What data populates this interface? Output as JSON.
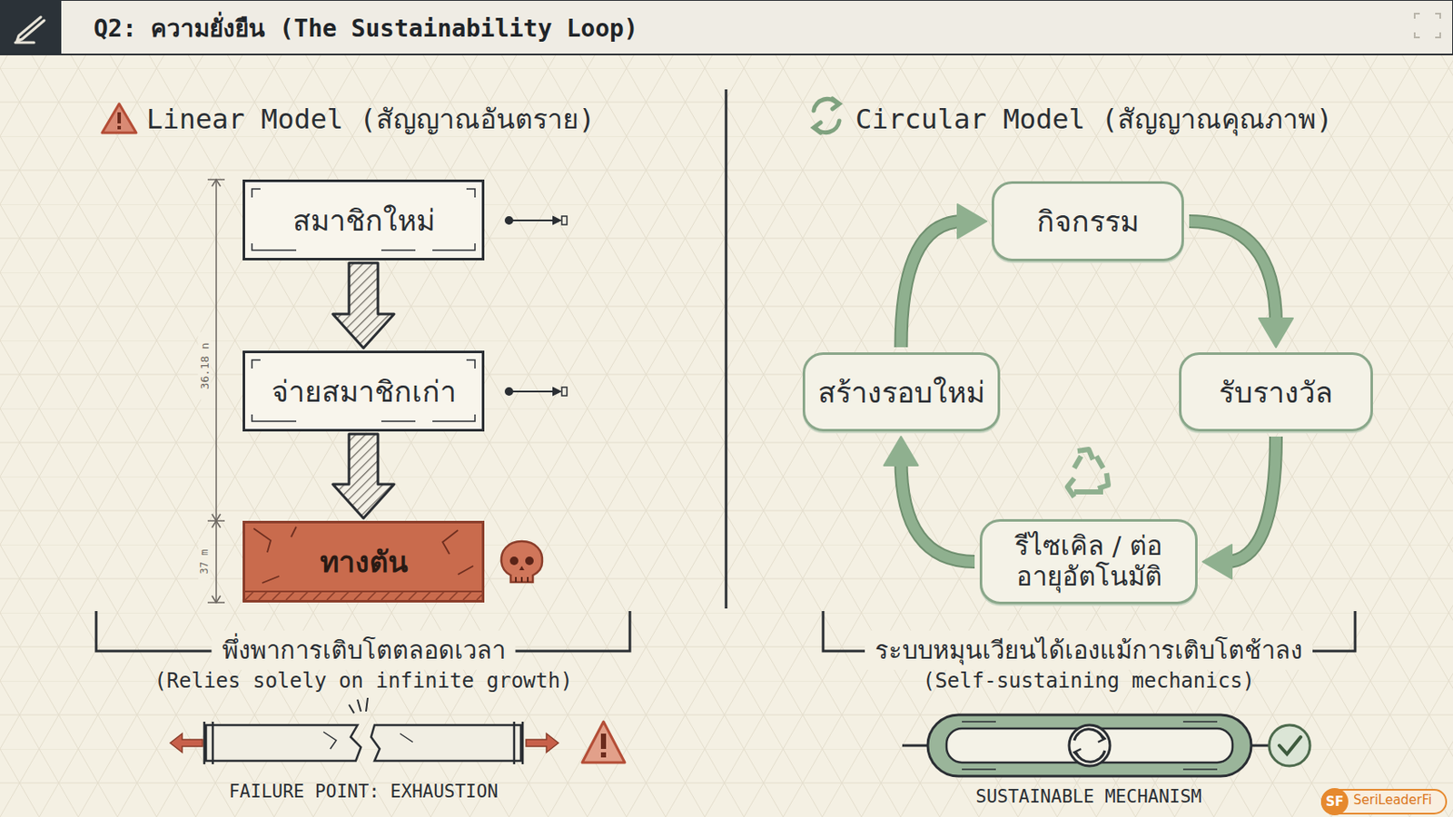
{
  "diagram": {
    "title": "Q2: ความยั่งยืน (The Sustainability Loop)",
    "nodes": [
      {
        "text": [
          "สมาชิกใหม่"
        ]
      },
      {
        "text": [
          "จ่ายสมาชิกเก่า"
        ]
      },
      {
        "text": [
          "ทางตัน"
        ]
      },
      {
        "text": [
          "กิจกรรม"
        ]
      },
      {
        "text": [
          "รับรางวัล"
        ]
      },
      {
        "text": [
          "รีไซเคิล / ต่ออายุอัตโนมัติ"
        ]
      },
      {
        "text": [
          "สร้างรอบใหม่"
        ]
      }
    ],
    "edges": [
      {
        "from": 0,
        "to": 1,
        "arrow": "to"
      },
      {
        "from": 1,
        "to": 2,
        "arrow": "to"
      },
      {
        "from": 3,
        "to": 4,
        "arrow": "to"
      },
      {
        "from": 4,
        "to": 5,
        "arrow": "to"
      },
      {
        "from": 5,
        "to": 6,
        "arrow": "to"
      },
      {
        "from": 6,
        "to": 3,
        "arrow": "to"
      }
    ],
    "labels": [
      "Linear Model (สัญญาณอันตราย)",
      "Circular Model (สัญญาณคุณภาพ)",
      "36.18 n",
      "37 m",
      "พึ่งพาการเติบโตตลอดเวลา",
      "(Relies solely on infinite growth)",
      "FAILURE POINT: EXHAUSTION",
      "ระบบหมุนเวียนได้เองแม้การเติบโตช้าลง",
      "(Self-sustaining mechanics)",
      "SUSTAINABLE MECHANISM",
      "SF",
      "SeriLeaderFi"
    ]
  }
}
